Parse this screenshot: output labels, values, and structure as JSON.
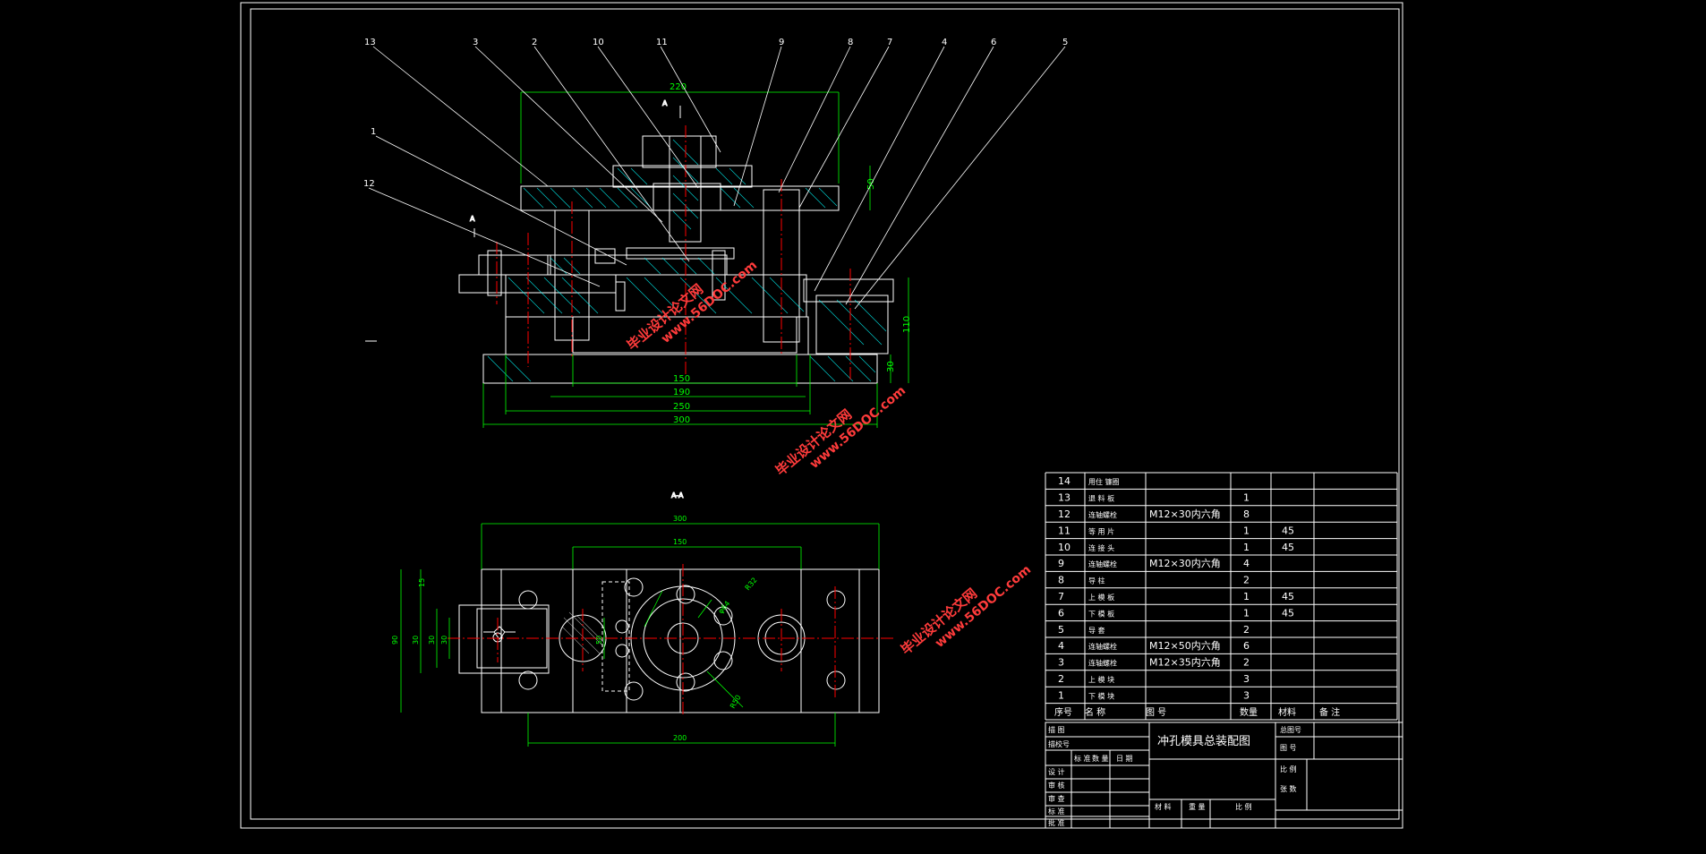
{
  "colors": {
    "background": "#000000",
    "line": "#ffffff",
    "dimension": "#00ff00",
    "centerline": "#ff0000",
    "hatch": "#00ffff",
    "watermark": "#ff3b3b"
  },
  "leaders": [
    "13",
    "3",
    "2",
    "10",
    "11",
    "9",
    "8",
    "7",
    "4",
    "6",
    "5",
    "1",
    "12"
  ],
  "section_marks": {
    "top": "A",
    "left": "A",
    "view_label": "A-A"
  },
  "front_dims": {
    "d220": "220",
    "d50": "50",
    "d110": "110",
    "d30": "30",
    "d150": "150",
    "d190": "190",
    "d250": "250",
    "d300": "300"
  },
  "plan_dims": {
    "d300": "300",
    "d150": "150",
    "d200": "200",
    "left_a": "90",
    "left_b": "15",
    "left_c": "30",
    "left_d": "30",
    "left_e": "30",
    "mid_a": "50",
    "r1": "R32",
    "r2": "φ64",
    "r3": "R50"
  },
  "watermarks": [
    {
      "brand": "毕业设计论文网",
      "site": "www.56DOC.com"
    },
    {
      "brand": "毕业设计论文网",
      "site": "www.56DOC.com"
    },
    {
      "brand": "毕业设计论文网",
      "site": "www.56DOC.com"
    }
  ],
  "bom": {
    "rows": [
      {
        "no": "14",
        "name": "用住 镰圈",
        "spec": "",
        "qty": "",
        "mat": "",
        "note": ""
      },
      {
        "no": "13",
        "name": "退 料 板",
        "spec": "",
        "qty": "1",
        "mat": "",
        "note": ""
      },
      {
        "no": "12",
        "name": "连轴螺栓",
        "spec": "M12×30内六角",
        "qty": "8",
        "mat": "",
        "note": ""
      },
      {
        "no": "11",
        "name": "等 用 片",
        "spec": "",
        "qty": "1",
        "mat": "45",
        "note": ""
      },
      {
        "no": "10",
        "name": "连 接 头",
        "spec": "",
        "qty": "1",
        "mat": "45",
        "note": ""
      },
      {
        "no": "9",
        "name": "连轴螺栓",
        "spec": "M12×30内六角",
        "qty": "4",
        "mat": "",
        "note": ""
      },
      {
        "no": "8",
        "name": "导 柱",
        "spec": "",
        "qty": "2",
        "mat": "",
        "note": ""
      },
      {
        "no": "7",
        "name": "上 模 板",
        "spec": "",
        "qty": "1",
        "mat": "45",
        "note": ""
      },
      {
        "no": "6",
        "name": "下 模 板",
        "spec": "",
        "qty": "1",
        "mat": "45",
        "note": ""
      },
      {
        "no": "5",
        "name": "导 套",
        "spec": "",
        "qty": "2",
        "mat": "",
        "note": ""
      },
      {
        "no": "4",
        "name": "连轴螺栓",
        "spec": "M12×50内六角",
        "qty": "6",
        "mat": "",
        "note": ""
      },
      {
        "no": "3",
        "name": "连轴螺栓",
        "spec": "M12×35内六角",
        "qty": "2",
        "mat": "",
        "note": ""
      },
      {
        "no": "2",
        "name": "上 模 块",
        "spec": "",
        "qty": "3",
        "mat": "",
        "note": ""
      },
      {
        "no": "1",
        "name": "下 模 块",
        "spec": "",
        "qty": "3",
        "mat": "",
        "note": ""
      }
    ],
    "header": {
      "no": "序号",
      "name": "名 称",
      "spec": "图 号",
      "qty": "数量",
      "mat": "材料",
      "note": "备 注"
    }
  },
  "title_block": {
    "title": "冲孔模具总装配图",
    "c_jiaotu": "描 图",
    "c_jiaoli": "描校号",
    "c_bz": "标 准",
    "c_num": "数 量",
    "c_date": "日 期",
    "c_design": "设 计",
    "c_check": "审 核",
    "c_review": "审 查",
    "c_std": "标 准",
    "c_approve": "批 准",
    "r_drawno": "总图号",
    "r_no": "图 号",
    "r_scale": "比 例",
    "r_sheet": "张 数",
    "b_mat": "材 料",
    "b_weight": "重 量",
    "b_scale": "比 例"
  }
}
